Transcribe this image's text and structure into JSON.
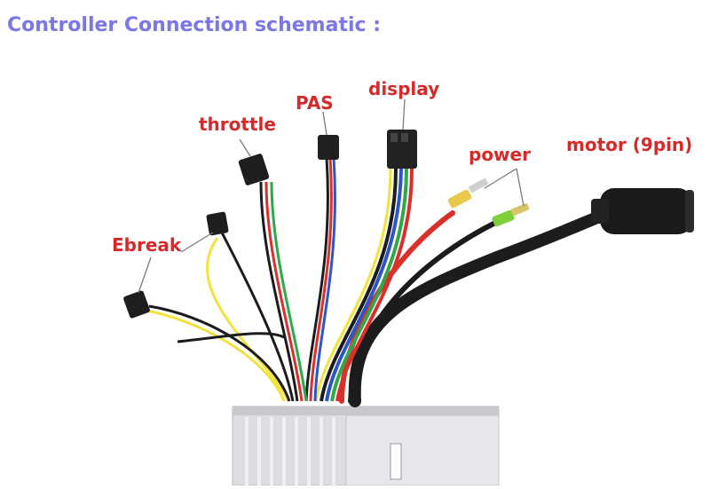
{
  "title": "Controller Connection schematic :",
  "labels": {
    "throttle": "throttle",
    "pas": "PAS",
    "display": "display",
    "power": "power",
    "motor": "motor  (9pin)",
    "ebreak": "Ebreak"
  },
  "colors": {
    "title": "#7b77e6",
    "label": "#d62a2a",
    "wire_red": "#d9302c",
    "wire_black": "#1c1c1c",
    "wire_yellow": "#f2e23a",
    "wire_blue": "#2d55c9",
    "wire_green": "#2fa84a"
  }
}
